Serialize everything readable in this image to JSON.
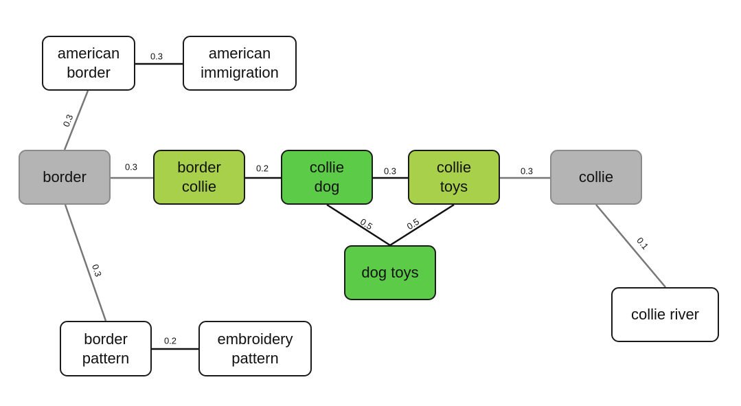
{
  "colors": {
    "white": "#ffffff",
    "grey": "#b4b4b4",
    "lime": "#a8d04a",
    "green": "#5ccb48",
    "edge_dark": "#111111",
    "edge_grey": "#777777"
  },
  "nodes": [
    {
      "id": "american-border",
      "label": "american\nborder",
      "color": "white"
    },
    {
      "id": "american-immigration",
      "label": "american\nimmigration",
      "color": "white"
    },
    {
      "id": "border",
      "label": "border",
      "color": "grey"
    },
    {
      "id": "border-collie",
      "label": "border\ncollie",
      "color": "lime"
    },
    {
      "id": "collie-dog",
      "label": "collie\ndog",
      "color": "green"
    },
    {
      "id": "collie-toys",
      "label": "collie\ntoys",
      "color": "lime"
    },
    {
      "id": "collie",
      "label": "collie",
      "color": "grey"
    },
    {
      "id": "dog-toys",
      "label": "dog toys",
      "color": "green"
    },
    {
      "id": "collie-river",
      "label": "collie river",
      "color": "white"
    },
    {
      "id": "border-pattern",
      "label": "border\npattern",
      "color": "white"
    },
    {
      "id": "embroidery-pattern",
      "label": "embroidery\npattern",
      "color": "white"
    }
  ],
  "edges": [
    {
      "source": "american-border",
      "target": "american-immigration",
      "weight": "0.3"
    },
    {
      "source": "american-border",
      "target": "border",
      "weight": "0.3"
    },
    {
      "source": "border",
      "target": "border-collie",
      "weight": "0.3"
    },
    {
      "source": "border",
      "target": "border-pattern",
      "weight": "0.3"
    },
    {
      "source": "border-pattern",
      "target": "embroidery-pattern",
      "weight": "0.2"
    },
    {
      "source": "border-collie",
      "target": "collie-dog",
      "weight": "0.2"
    },
    {
      "source": "collie-dog",
      "target": "collie-toys",
      "weight": "0.3"
    },
    {
      "source": "collie-toys",
      "target": "collie",
      "weight": "0.3"
    },
    {
      "source": "collie-dog",
      "target": "dog-toys",
      "weight": "0.5"
    },
    {
      "source": "collie-toys",
      "target": "dog-toys",
      "weight": "0.5"
    },
    {
      "source": "collie",
      "target": "collie-river",
      "weight": "0.1"
    }
  ]
}
